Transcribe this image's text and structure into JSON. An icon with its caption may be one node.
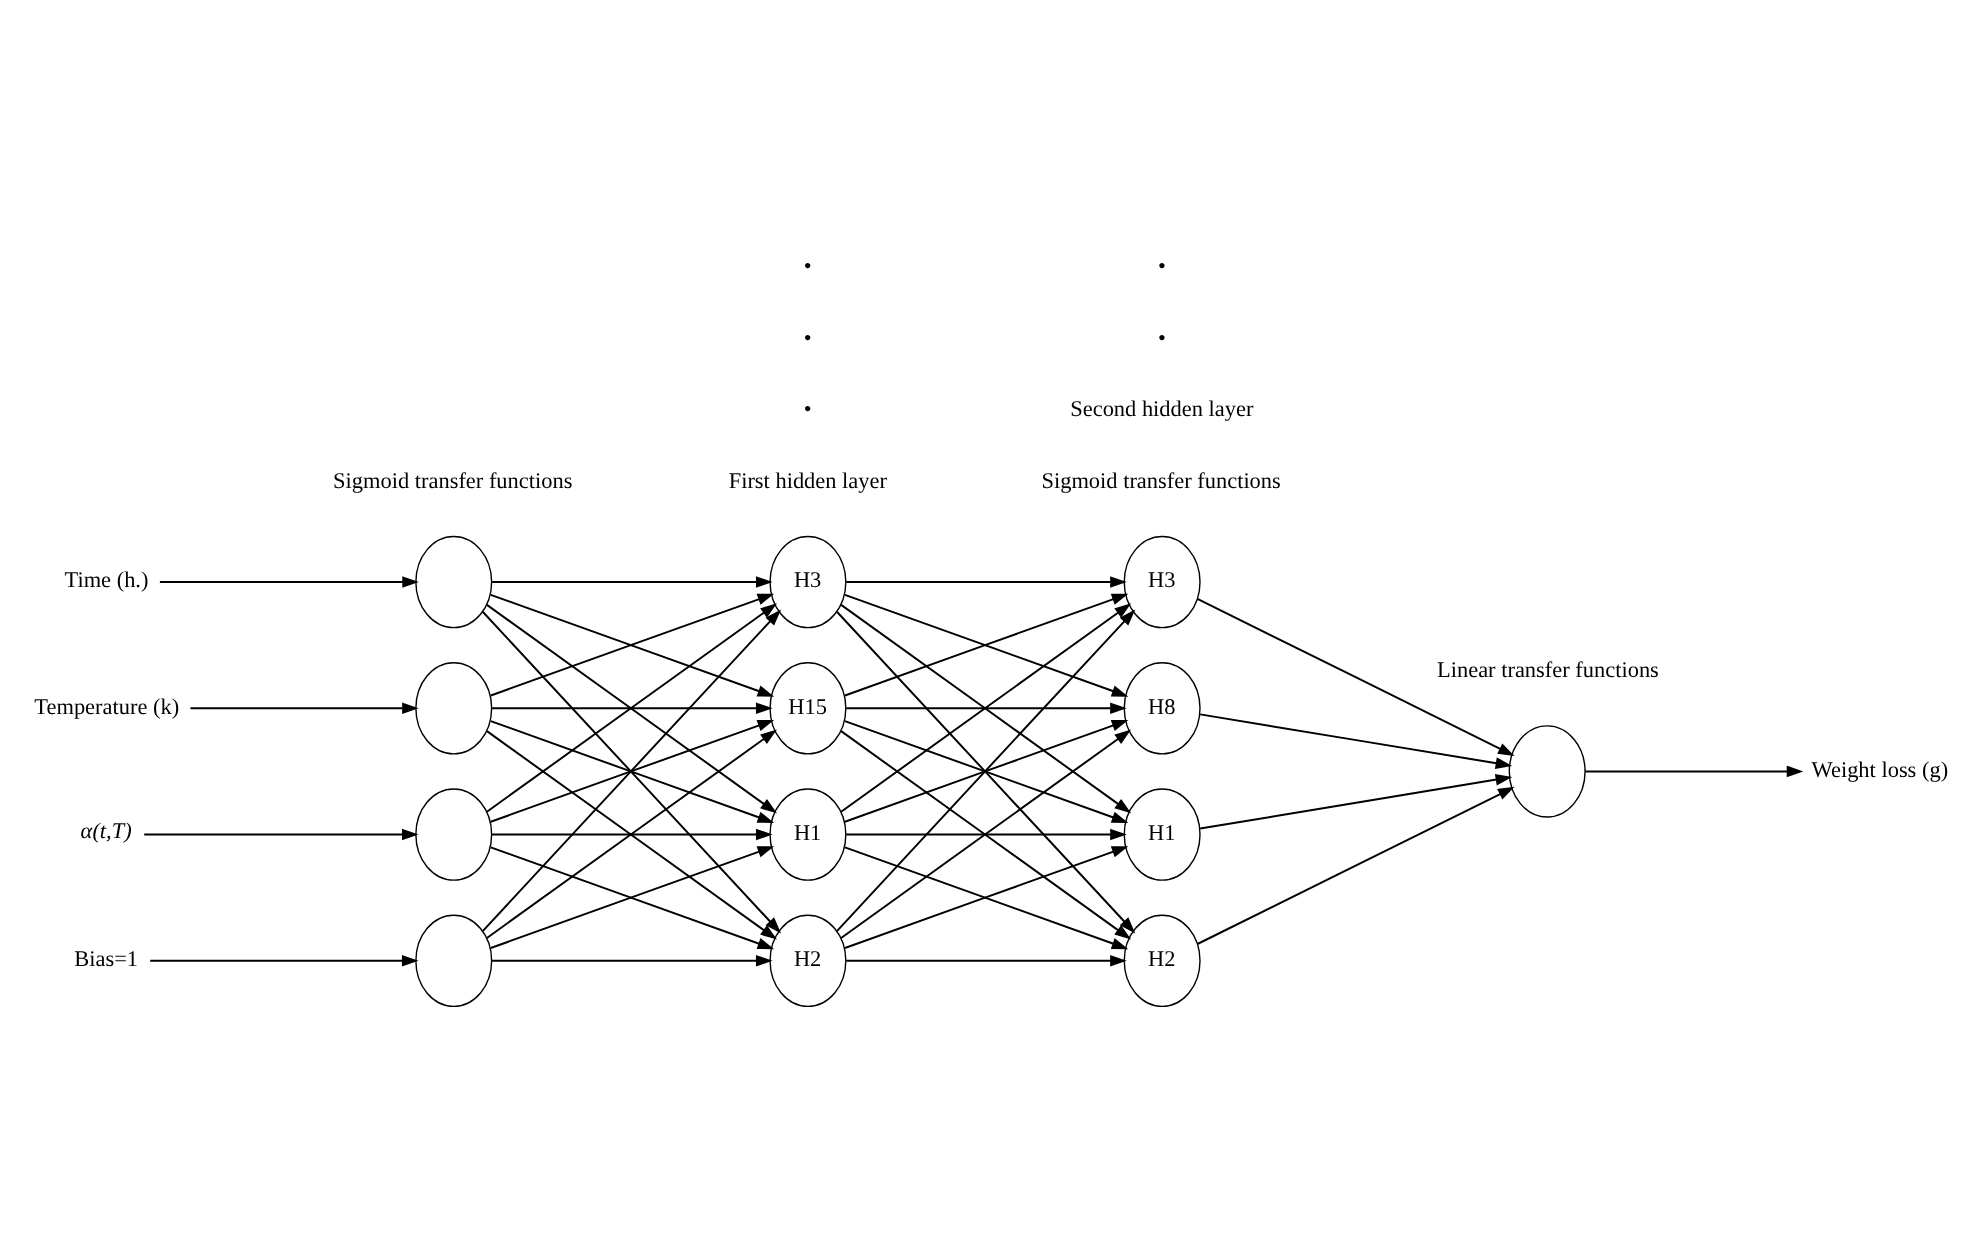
{
  "diagram": {
    "nodes": [
      {
        "text": [
          "Time (h.)"
        ]
      },
      {
        "text": [
          "Temperature (k)"
        ]
      },
      {
        "text": [
          "α(t,T)"
        ]
      },
      {
        "text": [
          "Bias=1"
        ]
      },
      {
        "text": [],
        "shape": "circle"
      },
      {
        "text": [],
        "shape": "circle"
      },
      {
        "text": [],
        "shape": "circle"
      },
      {
        "text": [],
        "shape": "circle"
      },
      {
        "text": [
          "H1"
        ]
      },
      {
        "text": [
          "H2"
        ]
      },
      {
        "text": [
          "H3"
        ]
      },
      {
        "text": [
          "H15"
        ]
      },
      {
        "text": [
          "H1"
        ]
      },
      {
        "text": [
          "H2"
        ]
      },
      {
        "text": [
          "H3"
        ]
      },
      {
        "text": [
          "H8"
        ]
      },
      {
        "text": [],
        "shape": "circle"
      },
      {
        "text": [
          "Weight loss (g)"
        ]
      }
    ],
    "edges": [
      {
        "from": 0,
        "to": 4,
        "arrow": "to"
      },
      {
        "from": 1,
        "to": 5,
        "arrow": "to"
      },
      {
        "from": 2,
        "to": 6,
        "arrow": "to"
      },
      {
        "from": 3,
        "to": 7,
        "arrow": "to"
      },
      {
        "from": 4,
        "to": 8,
        "arrow": "to"
      },
      {
        "from": 4,
        "to": 9,
        "arrow": "to"
      },
      {
        "from": 4,
        "to": 10,
        "arrow": "to"
      },
      {
        "from": 4,
        "to": 11,
        "arrow": "to"
      },
      {
        "from": 5,
        "to": 8,
        "arrow": "to"
      },
      {
        "from": 5,
        "to": 9,
        "arrow": "to"
      },
      {
        "from": 5,
        "to": 10,
        "arrow": "to"
      },
      {
        "from": 5,
        "to": 11,
        "arrow": "to"
      },
      {
        "from": 6,
        "to": 8,
        "arrow": "to"
      },
      {
        "from": 6,
        "to": 9,
        "arrow": "to"
      },
      {
        "from": 6,
        "to": 10,
        "arrow": "to"
      },
      {
        "from": 6,
        "to": 11,
        "arrow": "to"
      },
      {
        "from": 7,
        "to": 8,
        "arrow": "to"
      },
      {
        "from": 7,
        "to": 9,
        "arrow": "to"
      },
      {
        "from": 7,
        "to": 10,
        "arrow": "to"
      },
      {
        "from": 7,
        "to": 11,
        "arrow": "to"
      },
      {
        "from": 8,
        "to": 12,
        "arrow": "to"
      },
      {
        "from": 8,
        "to": 13,
        "arrow": "to"
      },
      {
        "from": 8,
        "to": 14,
        "arrow": "to"
      },
      {
        "from": 8,
        "to": 15,
        "arrow": "to"
      },
      {
        "from": 9,
        "to": 12,
        "arrow": "to"
      },
      {
        "from": 9,
        "to": 13,
        "arrow": "to"
      },
      {
        "from": 9,
        "to": 14,
        "arrow": "to"
      },
      {
        "from": 9,
        "to": 15,
        "arrow": "to"
      },
      {
        "from": 10,
        "to": 12,
        "arrow": "to"
      },
      {
        "from": 10,
        "to": 13,
        "arrow": "to"
      },
      {
        "from": 10,
        "to": 14,
        "arrow": "to"
      },
      {
        "from": 10,
        "to": 15,
        "arrow": "to"
      },
      {
        "from": 11,
        "to": 12,
        "arrow": "to"
      },
      {
        "from": 11,
        "to": 13,
        "arrow": "to"
      },
      {
        "from": 11,
        "to": 14,
        "arrow": "to"
      },
      {
        "from": 11,
        "to": 15,
        "arrow": "to"
      },
      {
        "from": 12,
        "to": 16,
        "arrow": "to"
      },
      {
        "from": 13,
        "to": 16,
        "arrow": "to"
      },
      {
        "from": 14,
        "to": 16,
        "arrow": "to"
      },
      {
        "from": 15,
        "to": 16,
        "arrow": "to"
      },
      {
        "from": 16,
        "to": 17,
        "arrow": "to"
      }
    ],
    "labels": [
      "First hidden layer",
      "Sigmoid transfer functions",
      "Sigmoid transfer functions",
      "Second hidden layer",
      "Linear transfer functions",
      "•",
      "•",
      "•",
      "•",
      "•"
    ]
  }
}
